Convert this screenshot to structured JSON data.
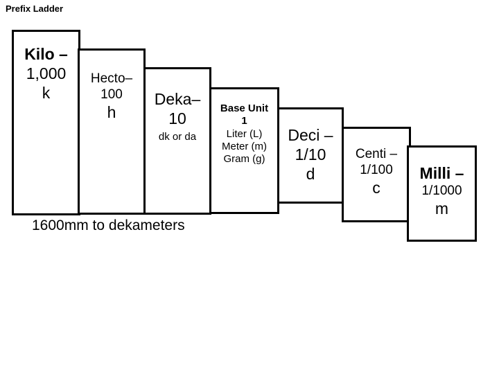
{
  "title": "Prefix Ladder",
  "steps": [
    {
      "name": "Kilo –",
      "value": "1,000",
      "symbol": "k"
    },
    {
      "name": "Hecto–",
      "value": "100",
      "symbol": "h"
    },
    {
      "name": "Deka–",
      "value": "10",
      "symbol": "dk or da"
    },
    {
      "name": "Base Unit",
      "value": "1",
      "units": [
        "Liter (L)",
        "Meter (m)",
        "Gram (g)"
      ]
    },
    {
      "name": "Deci –",
      "value": "1/10",
      "symbol": "d"
    },
    {
      "name": "Centi –",
      "value": "1/100",
      "symbol": "c"
    },
    {
      "name": "Milli –",
      "value": "1/1000",
      "symbol": "m"
    }
  ],
  "problem": "1600mm to dekameters"
}
